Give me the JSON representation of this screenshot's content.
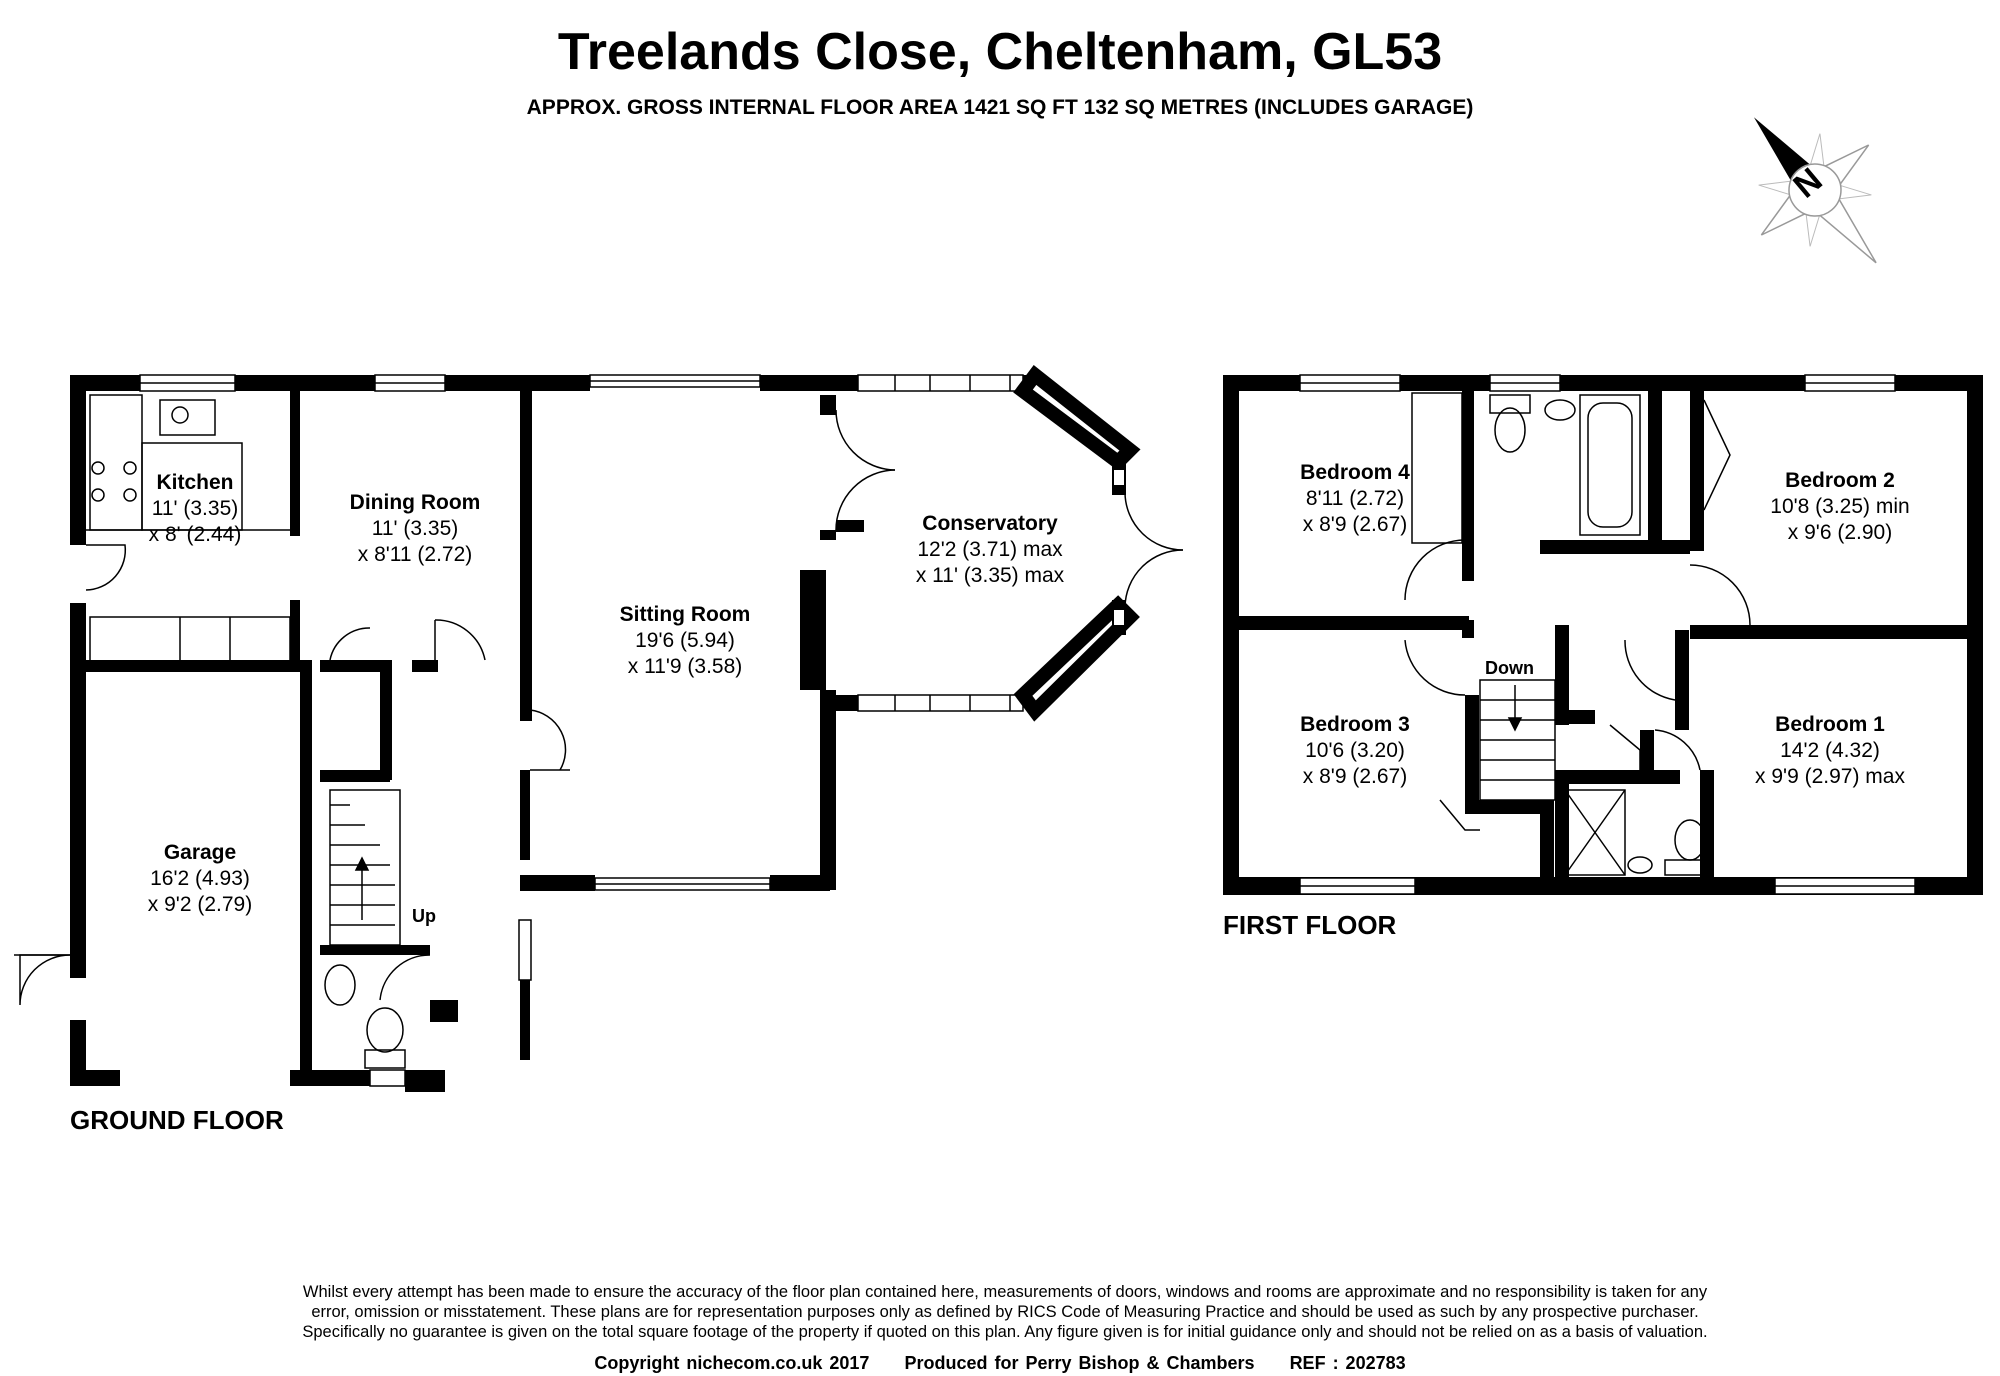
{
  "header": {
    "title": "Treelands Close, Cheltenham, GL53",
    "subtitle": "APPROX. GROSS INTERNAL FLOOR AREA 1421 SQ FT 132 SQ METRES (INCLUDES GARAGE)"
  },
  "compass": {
    "label": "N",
    "icon": "north-compass-icon"
  },
  "ground_floor": {
    "label": "GROUND FLOOR",
    "stairs_label": "Up",
    "rooms": [
      {
        "name": "Kitchen",
        "dims": [
          "11' (3.35)",
          "x 8' (2.44)"
        ]
      },
      {
        "name": "Dining Room",
        "dims": [
          "11' (3.35)",
          "x 8'11 (2.72)"
        ]
      },
      {
        "name": "Sitting Room",
        "dims": [
          "19'6 (5.94)",
          "x 11'9 (3.58)"
        ]
      },
      {
        "name": "Conservatory",
        "dims": [
          "12'2 (3.71) max",
          "x 11' (3.35) max"
        ]
      },
      {
        "name": "Garage",
        "dims": [
          "16'2 (4.93)",
          "x 9'2 (2.79)"
        ]
      }
    ]
  },
  "first_floor": {
    "label": "FIRST FLOOR",
    "stairs_label": "Down",
    "rooms": [
      {
        "name": "Bedroom 4",
        "dims": [
          "8'11 (2.72)",
          "x 8'9 (2.67)"
        ]
      },
      {
        "name": "Bedroom 2",
        "dims": [
          "10'8 (3.25) min",
          "x 9'6 (2.90)"
        ]
      },
      {
        "name": "Bedroom 3",
        "dims": [
          "10'6 (3.20)",
          "x 8'9 (2.67)"
        ]
      },
      {
        "name": "Bedroom 1",
        "dims": [
          "14'2 (4.32)",
          "x 9'9 (2.97) max"
        ]
      }
    ]
  },
  "footer": {
    "disclaimer": [
      "Whilst every attempt has been made to ensure the accuracy of the floor plan contained here, measurements of doors, windows and rooms are approximate and no responsibility is taken for any",
      "error, omission or misstatement. These plans are for representation purposes only as defined by RICS Code of Measuring Practice and should be used as such by any prospective purchaser.",
      "Specifically no guarantee is given on the total square footage of the property if quoted on this plan. Any figure given is for initial guidance only and should not be relied on as a basis of valuation."
    ],
    "copyright": "Copyright nichecom.co.uk 2017",
    "produced_for": "Produced for Perry Bishop & Chambers",
    "ref": "REF :  202783"
  }
}
